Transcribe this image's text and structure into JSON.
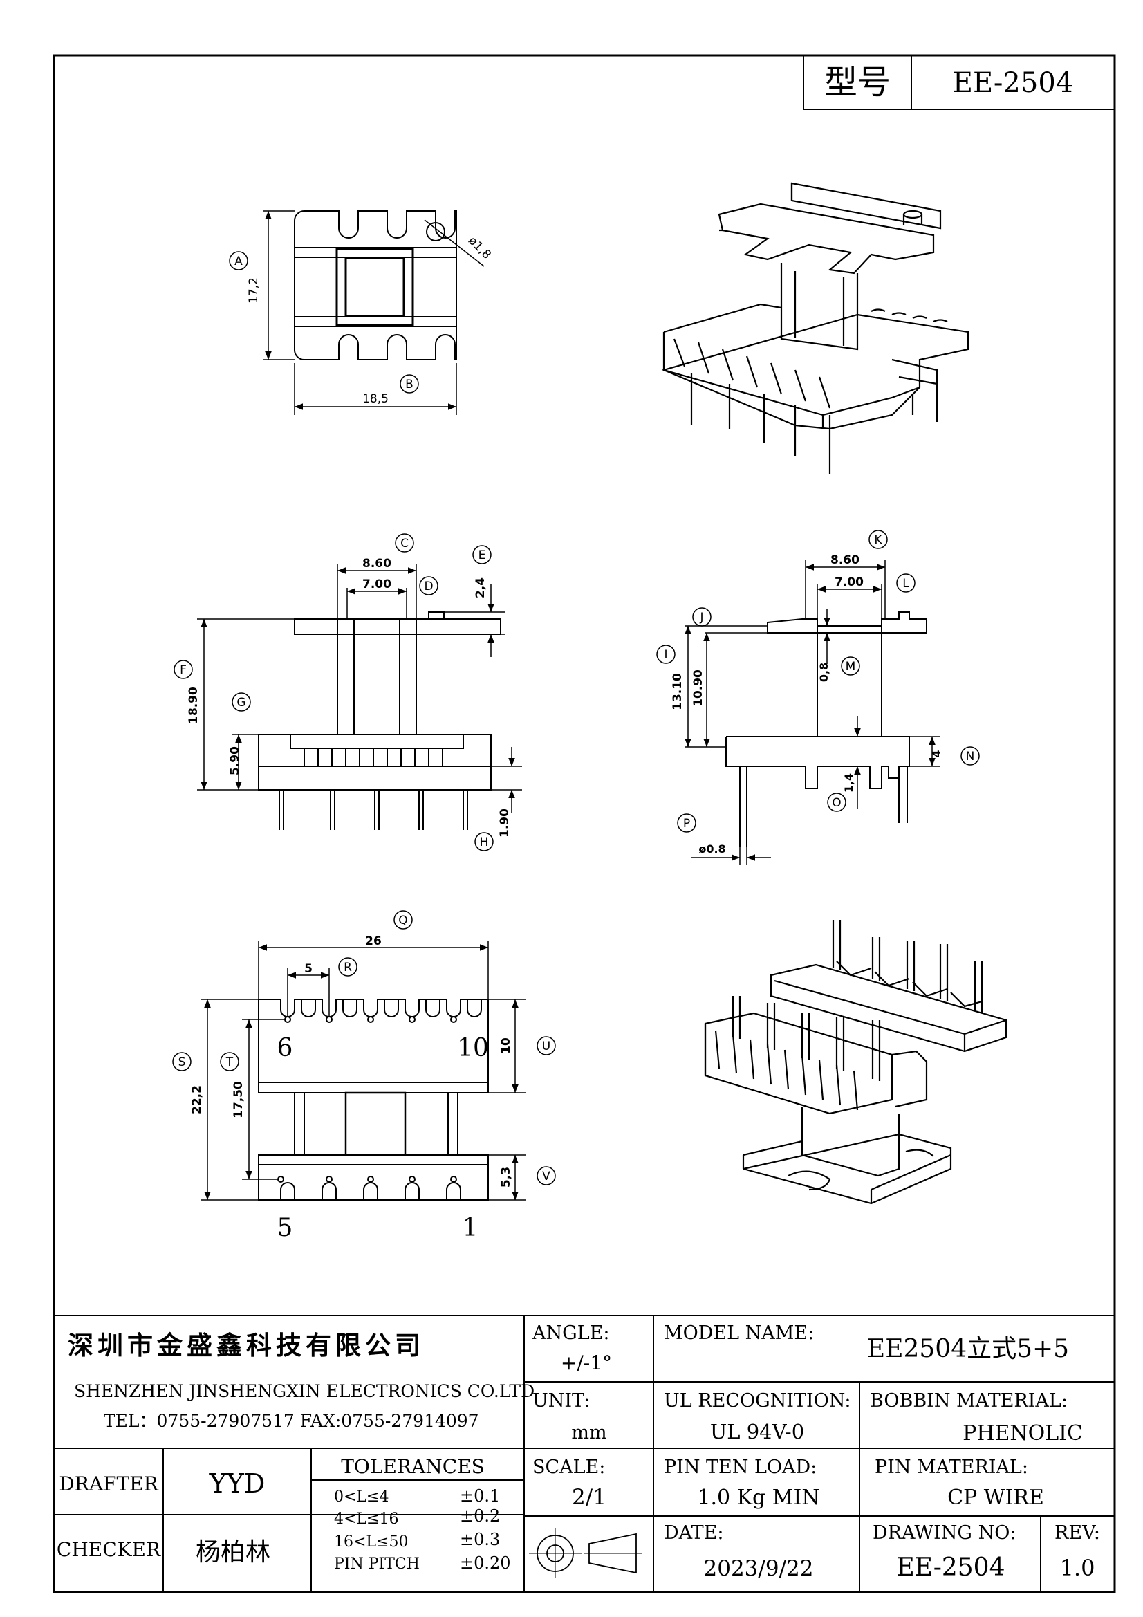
{
  "header": {
    "model_label": "型号",
    "model_value": "EE-2504"
  },
  "views": {
    "top": {
      "dim_a_value": "17,2",
      "dim_b_value": "18,5",
      "hole_dia": "ø1,8",
      "label_a": "A",
      "label_b": "B"
    },
    "front": {
      "dim_c_value": "8.60",
      "dim_c_inner": "7.00",
      "dim_e_value": "2,4",
      "dim_f_value": "18.90",
      "dim_g_value": "5.90",
      "dim_h_value": "1.90",
      "label_c": "C",
      "label_d": "D",
      "label_e": "E",
      "label_f": "F",
      "label_g": "G",
      "label_h": "H"
    },
    "side": {
      "dim_k_value": "8.60",
      "dim_k_inner": "7.00",
      "dim_i_value": "13.10",
      "dim_j_value": "10.90",
      "dim_m_value": "0,8",
      "dim_n_value": "4",
      "dim_o_value": "1,4",
      "dim_p_value": "ø0.8",
      "label_i": "I",
      "label_j": "J",
      "label_k": "K",
      "label_l": "L",
      "label_m": "M",
      "label_n": "N",
      "label_o": "O",
      "label_p": "P"
    },
    "bottom": {
      "dim_q_value": "26",
      "dim_r_value": "5",
      "dim_s_value": "22,2",
      "dim_t_value": "17,50",
      "dim_u_value": "10",
      "dim_v_value": "5,3",
      "pin_6": "6",
      "pin_10": "10",
      "pin_5": "5",
      "pin_1": "1",
      "label_q": "Q",
      "label_r": "R",
      "label_s": "S",
      "label_t": "T",
      "label_u": "U",
      "label_v": "V"
    }
  },
  "title_block": {
    "company_cn": "深圳市金盛鑫科技有限公司",
    "company_en": "SHENZHEN JINSHENGXIN ELECTRONICS CO.LTD",
    "contact": "TEL：0755-27907517  FAX:0755-27914097",
    "angle_label": "ANGLE:",
    "angle_value": "+/-1°",
    "model_name_label": "MODEL NAME:",
    "model_name_value": "EE2504立式5+5",
    "unit_label": "UNIT:",
    "unit_value": "mm",
    "ul_label": "UL RECOGNITION:",
    "ul_value": "UL 94V-0",
    "bobbin_label": "BOBBIN MATERIAL:",
    "bobbin_value": "PHENOLIC",
    "drafter_label": "DRAFTER",
    "drafter_value": "YYD",
    "tolerances_label": "TOLERANCES",
    "tol_rows": [
      {
        "range": "0<L≤4",
        "value": "±0.1"
      },
      {
        "range": "4<L≤16",
        "value": "±0.2"
      },
      {
        "range": "16<L≤50",
        "value": "±0.3"
      },
      {
        "range": "PIN PITCH",
        "value": "±0.20"
      }
    ],
    "scale_label": "SCALE:",
    "scale_value": "2/1",
    "pin_load_label": "PIN TEN LOAD:",
    "pin_load_value": "1.0 Kg MIN",
    "pin_mat_label": "PIN MATERIAL:",
    "pin_mat_value": "CP WIRE",
    "checker_label": "CHECKER",
    "checker_value": "杨柏林",
    "date_label": "DATE:",
    "date_value": "2023/9/22",
    "drawing_no_label": "DRAWING NO:",
    "drawing_no_value": "EE-2504",
    "rev_label": "REV:",
    "rev_value": "1.0"
  }
}
